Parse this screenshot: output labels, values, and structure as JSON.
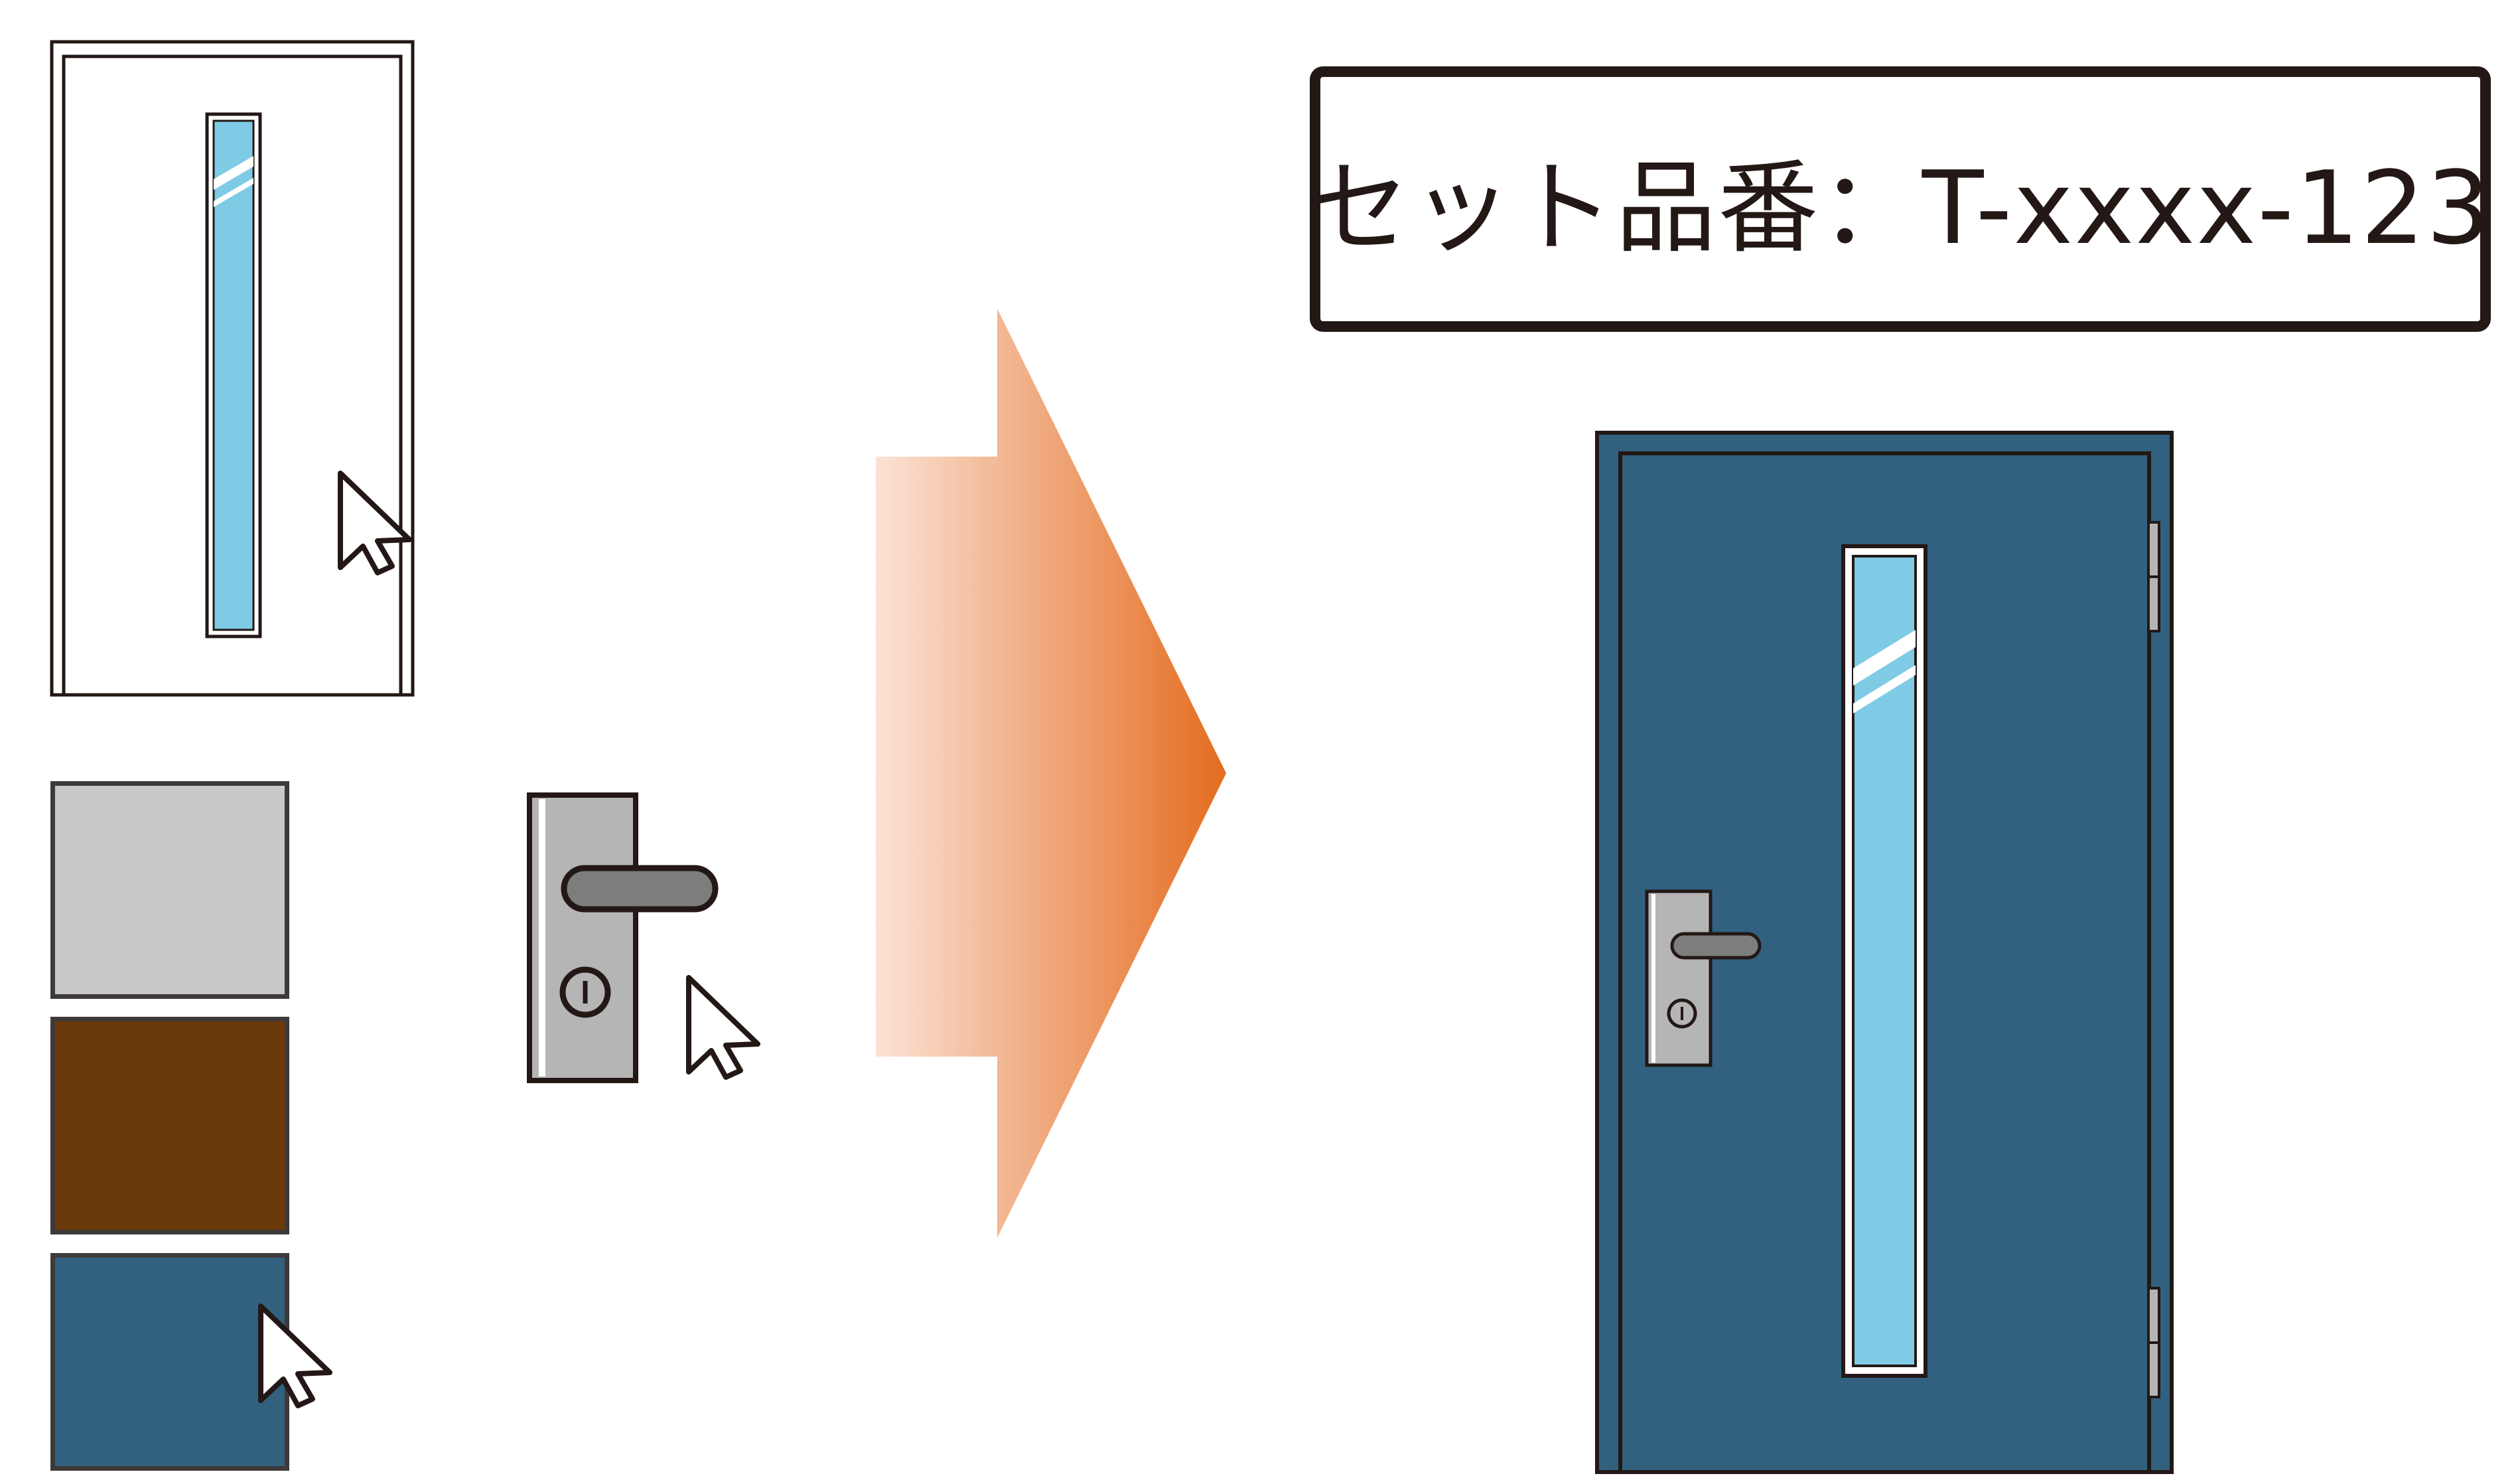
{
  "product_code_label": "セット品番：T-xxxx-123",
  "colors": {
    "outline": "#231815",
    "glass": "#7fcbe5",
    "arrow_start": "#fbe2d5",
    "arrow_end": "#e46c1f",
    "handle_plate": "#b5b5b6",
    "lever": "#7d7d7d"
  },
  "color_options": [
    {
      "name": "light-gray",
      "hex": "#c9c9ca"
    },
    {
      "name": "brown",
      "hex": "#6b3a0a"
    },
    {
      "name": "steel-blue",
      "hex": "#31617f"
    }
  ],
  "selected_color": "steel-blue",
  "result_door_color": "#31617f"
}
